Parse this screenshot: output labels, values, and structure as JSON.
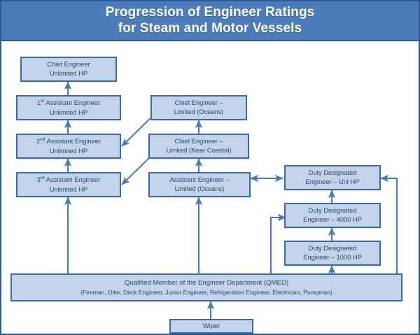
{
  "header": {
    "title_line1": "Progression of Engineer Ratings",
    "title_line2": "for Steam and Motor Vessels"
  },
  "colors": {
    "header_band": "#4d7cba",
    "frame_border": "#2e5c96",
    "node_fill": "#c3d4ea",
    "node_border": "#3b6ba5",
    "node_text": "#25496f",
    "arrow": "#4a7ab5",
    "canvas_background": "#ffffff"
  },
  "chart_data": {
    "type": "diagram",
    "title": "Progression of Engineer Ratings for Steam and Motor Vessels",
    "columns": [
      "unlimited-hp-track",
      "limited-track",
      "duty-designated-track"
    ],
    "nodes": [
      {
        "id": "chief-unl",
        "line1": "Chief Engineer",
        "line2": "Unlimited HP",
        "column": "unlimited-hp-track"
      },
      {
        "id": "first-asst",
        "line1": "1st Assistant Engineer",
        "line2": "Unlimited HP",
        "column": "unlimited-hp-track",
        "ordinal": "1",
        "ordinal_suffix": "st"
      },
      {
        "id": "second-asst",
        "line1": "2nd Assistant Engineer",
        "line2": "Unlimited HP",
        "column": "unlimited-hp-track",
        "ordinal": "2",
        "ordinal_suffix": "nd"
      },
      {
        "id": "third-asst",
        "line1": "3rd Assistant Engineer",
        "line2": "Unlimited HP",
        "column": "unlimited-hp-track",
        "ordinal": "3",
        "ordinal_suffix": "rd"
      },
      {
        "id": "chief-ltd-oceans",
        "line1": "Chief Engineer –",
        "line2": "Limited (Oceans)",
        "column": "limited-track"
      },
      {
        "id": "chief-ltd-nc",
        "line1": "Chief Engineer –",
        "line2": "Limited (Near Coastal)",
        "column": "limited-track"
      },
      {
        "id": "asst-ltd-oceans",
        "line1": "Assistant Engineer –",
        "line2": "Limited (Oceans)",
        "column": "limited-track"
      },
      {
        "id": "dde-unl",
        "line1": "Duty Designated",
        "line2": "Engineer – Unl HP",
        "column": "duty-designated-track"
      },
      {
        "id": "dde-4000",
        "line1": "Duty Designated",
        "line2": "Engineer – 4000 HP",
        "column": "duty-designated-track"
      },
      {
        "id": "dde-1000",
        "line1": "Duty Designated",
        "line2": "Engineer – 1000 HP",
        "column": "duty-designated-track"
      },
      {
        "id": "qmed",
        "line1": "Qualified Member of the Engineer Department (QMED)",
        "line2": "(Fireman, Oiler, Deck Engineer, Junior Engineer, Refrigeration Engineer, Electrician, Pumpman)",
        "column": "base"
      },
      {
        "id": "wiper",
        "line1": "Wiper",
        "line2": "",
        "column": "base"
      }
    ],
    "edges": [
      {
        "from": "first-asst",
        "to": "chief-unl",
        "kind": "vertical"
      },
      {
        "from": "second-asst",
        "to": "first-asst",
        "kind": "vertical"
      },
      {
        "from": "third-asst",
        "to": "second-asst",
        "kind": "vertical"
      },
      {
        "from": "qmed",
        "to": "third-asst",
        "kind": "vertical"
      },
      {
        "from": "chief-ltd-nc",
        "to": "chief-ltd-oceans",
        "kind": "vertical"
      },
      {
        "from": "asst-ltd-oceans",
        "to": "chief-ltd-nc",
        "kind": "vertical"
      },
      {
        "from": "qmed",
        "to": "asst-ltd-oceans",
        "kind": "vertical"
      },
      {
        "from": "chief-ltd-oceans",
        "to": "second-asst",
        "kind": "diagonal"
      },
      {
        "from": "chief-ltd-nc",
        "to": "third-asst",
        "kind": "diagonal"
      },
      {
        "from": "asst-ltd-oceans",
        "to": "dde-unl",
        "kind": "bidirectional"
      },
      {
        "from": "dde-4000",
        "to": "dde-unl",
        "kind": "vertical"
      },
      {
        "from": "dde-1000",
        "to": "dde-4000",
        "kind": "vertical"
      },
      {
        "from": "qmed",
        "to": "dde-1000",
        "kind": "vertical"
      },
      {
        "from": "qmed",
        "to": "dde-4000",
        "kind": "elbow"
      },
      {
        "from": "qmed",
        "to": "dde-unl",
        "kind": "elbow-right"
      },
      {
        "from": "wiper",
        "to": "qmed",
        "kind": "vertical"
      }
    ]
  }
}
